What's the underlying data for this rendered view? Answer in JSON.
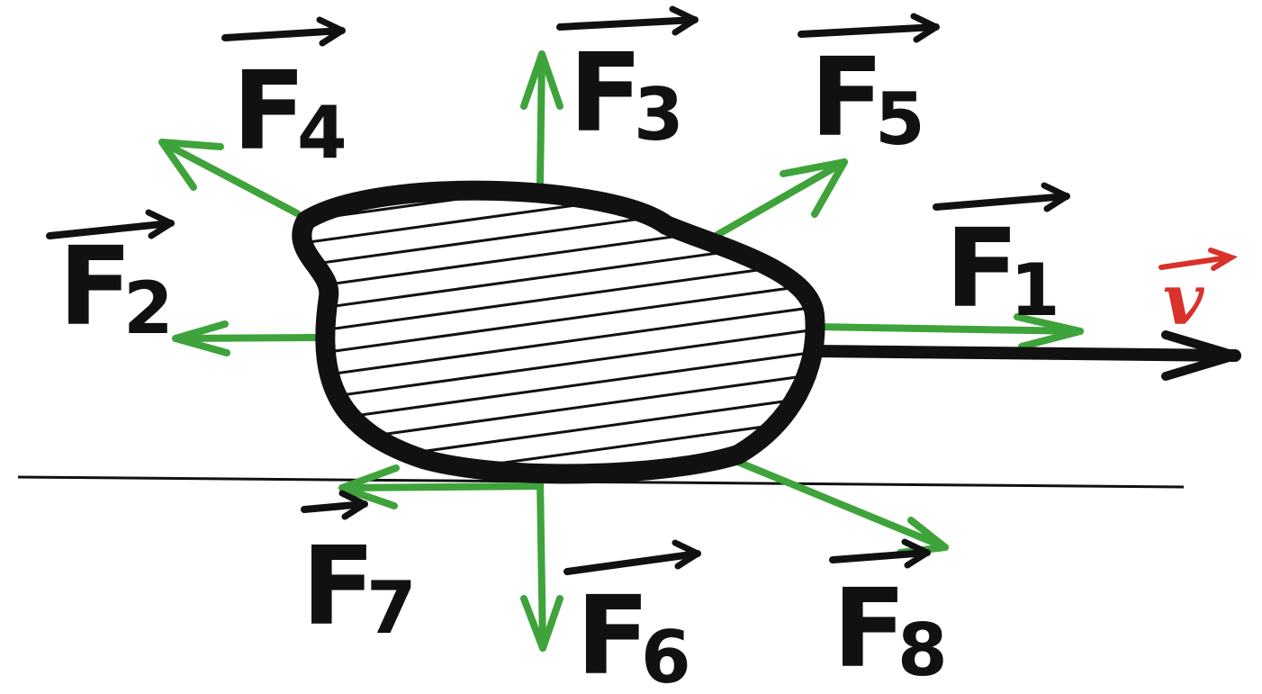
{
  "colors": {
    "force_arrow": "#3fa33b",
    "outline": "#111111",
    "velocity_label": "#d8322b",
    "ground": "#111111"
  },
  "forces": [
    {
      "id": "F1",
      "letter": "F",
      "subscript": "1",
      "direction": "right"
    },
    {
      "id": "F2",
      "letter": "F",
      "subscript": "2",
      "direction": "left"
    },
    {
      "id": "F3",
      "letter": "F",
      "subscript": "3",
      "direction": "up"
    },
    {
      "id": "F4",
      "letter": "F",
      "subscript": "4",
      "direction": "up-left"
    },
    {
      "id": "F5",
      "letter": "F",
      "subscript": "5",
      "direction": "up-right"
    },
    {
      "id": "F6",
      "letter": "F",
      "subscript": "6",
      "direction": "down"
    },
    {
      "id": "F7",
      "letter": "F",
      "subscript": "7",
      "direction": "left"
    },
    {
      "id": "F8",
      "letter": "F",
      "subscript": "8",
      "direction": "down-right"
    }
  ],
  "velocity": {
    "letter": "v",
    "direction": "right"
  }
}
